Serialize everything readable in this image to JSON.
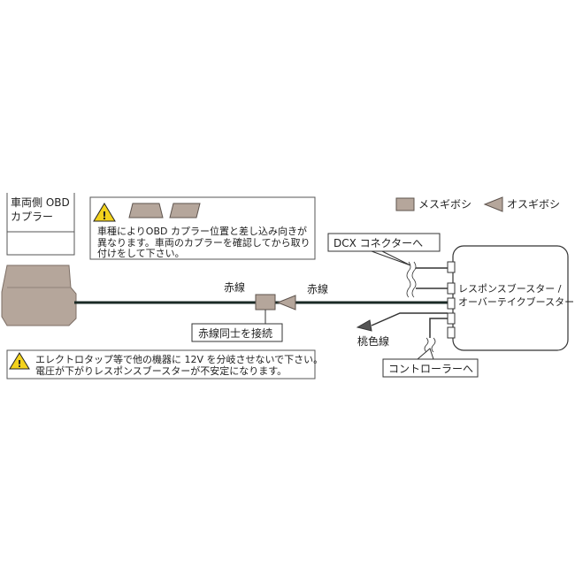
{
  "coupler_label": {
    "line1": "車両側 OBD",
    "line2": "カプラー"
  },
  "legend": {
    "female": {
      "label": "メスギボシ",
      "color": "#b5a69b"
    },
    "male": {
      "label": "オスギボシ",
      "color": "#b5a69b"
    }
  },
  "notice_top": {
    "line1": "車種によりOBD カプラー位置と差し込み向きが",
    "line2": "異なります。車両のカプラーを確認してから取り",
    "line3": "付けをして下さい。"
  },
  "notice_bottom": {
    "line1": "エレクトロタップ等で他の機器に 12V を分岐させないで下さい。",
    "line2": "電圧が下がりレスポンスブースターが不安定になります。"
  },
  "wire_labels": {
    "red_left": "赤線",
    "red_right": "赤線",
    "join": "赤線同士を接続",
    "pink": "桃色線"
  },
  "callouts": {
    "dcx": "DCX コネクターへ",
    "controller": "コントローラーへ"
  },
  "unit_label": {
    "line1": "レスポンスブースター /",
    "line2": "オーバーテイクブースター"
  },
  "colors": {
    "connector_fill": "#b5a69b",
    "warning_yellow": "#f3d21c",
    "cable": "#1a2a25"
  }
}
